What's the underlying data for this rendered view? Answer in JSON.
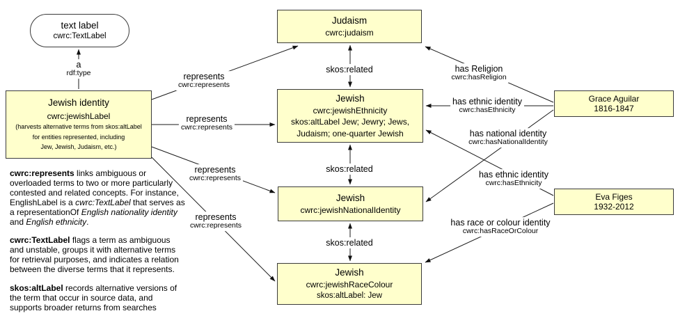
{
  "nodes": {
    "text_label": {
      "title": "text label",
      "property": "cwrc:TextLabel"
    },
    "jewish_label": {
      "title": "Jewish identity",
      "property": "cwrc:jewishLabel",
      "note_lines": [
        "(harvests alternative terms from skos:altLabel",
        "for entities represented, including",
        "Jew, Jewish, Judaism, etc.)"
      ]
    },
    "judaism": {
      "title": "Judaism",
      "property": "cwrc:judaism"
    },
    "jewish_ethnicity": {
      "title": "Jewish",
      "property": "cwrc:jewishEthnicity",
      "alt_lines": [
        "skos:altLabel Jew; Jewry; Jews,",
        "Judaism; one-quarter Jewish"
      ]
    },
    "jewish_national_identity": {
      "title": "Jewish",
      "property": "cwrc:jewishNationalIdentity"
    },
    "jewish_race_colour": {
      "title": "Jewish",
      "property": "cwrc:jewishRaceColour",
      "alt": "skos:altLabel: Jew"
    },
    "grace_aguilar": {
      "title": "Grace Aguilar",
      "dates": "1816-1847"
    },
    "eva_figes": {
      "title": "Eva Figes",
      "dates": "1932-2012"
    }
  },
  "edges": {
    "rdf_type": {
      "label": "a",
      "property": "rdf:type"
    },
    "represents_1": {
      "label": "represents",
      "property": "cwrc:represents"
    },
    "represents_2": {
      "label": "represents",
      "property": "cwrc:represents"
    },
    "represents_3": {
      "label": "represents",
      "property": "cwrc:represents"
    },
    "represents_4": {
      "label": "represents",
      "property": "cwrc:represents"
    },
    "skos_related_1": {
      "label": "skos:related"
    },
    "skos_related_2": {
      "label": "skos:related"
    },
    "skos_related_3": {
      "label": "skos:related"
    },
    "has_religion": {
      "label": "has Religion",
      "property": "cwrc:hasReligion"
    },
    "has_ethnic_identity_grace": {
      "label": "has ethnic identity",
      "property": "cwrc:hasEthnicity"
    },
    "has_national_identity": {
      "label": "has national identity",
      "property": "cwrc:hasNationalIdentity"
    },
    "has_ethnic_identity_eva": {
      "label": "has ethnic identity",
      "property": "cwrc:hasEthnicity"
    },
    "has_race_or_colour": {
      "label": "has race or colour identity",
      "property": "cwrc:hasRaceOrColour"
    }
  },
  "notes": {
    "p1": {
      "term": "cwrc:represents",
      "text_a": " links ambiguous or overloaded terms to two or more particularly contested and related concepts. For instance, EnglishLabel is a ",
      "em_a": "cwrc:TextLabel",
      "text_b": " that serves as a representationOf ",
      "em_b": "English nationality identity",
      "text_c": " and ",
      "em_c": "English ethnicity",
      "text_d": "."
    },
    "p2": {
      "term": "cwrc:TextLabel",
      "text": " flags a term as ambiguous and unstable, groups it with alternative terms for retrieval purposes, and indicates a relation between the diverse terms that it represents."
    },
    "p3": {
      "term": "skos:altLabel",
      "text": " records alternative versions of the term that occur in source data, and supports broader returns from searches"
    }
  },
  "colors": {
    "node_fill": "#ffffcc",
    "node_border": "#3a3a3a",
    "line": "#1a1a1a",
    "background": "#ffffff"
  }
}
